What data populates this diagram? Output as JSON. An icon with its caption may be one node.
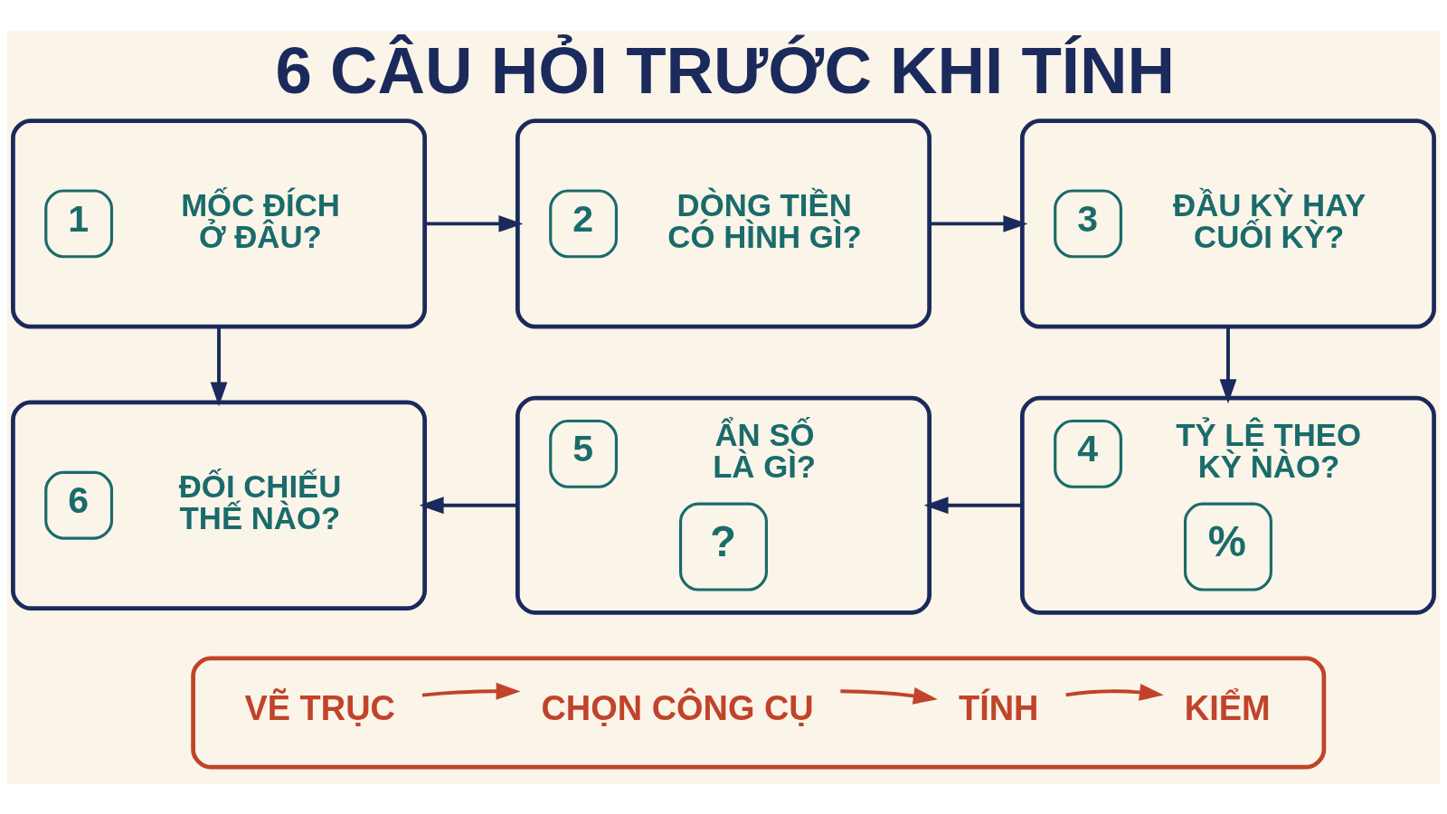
{
  "diagram": {
    "title": "6 CÂU HỎI TRƯỚC KHI TÍNH",
    "nodes": [
      {
        "text": [
          "1",
          "MỐC ĐÍCH Ở ĐÂU?"
        ]
      },
      {
        "text": [
          "2",
          "DÒNG TIỀN CÓ HÌNH GÌ?"
        ]
      },
      {
        "text": [
          "3",
          "ĐẦU KỲ HAY CUỐI KỲ?"
        ]
      },
      {
        "text": [
          "4",
          "TỶ LỆ THEO KỲ NÀO?",
          "%"
        ]
      },
      {
        "text": [
          "5",
          "ẨN SỐ LÀ GÌ?",
          "?"
        ]
      },
      {
        "text": [
          "6",
          "ĐỐI CHIẾU THẾ NÀO?"
        ]
      },
      {
        "text": [],
        "shape": "box"
      },
      {
        "text": [
          "VẼ TRỤC"
        ],
        "in": 6
      },
      {
        "text": [
          "CHỌN CÔNG CỤ"
        ],
        "in": 6
      },
      {
        "text": [
          "TÍNH"
        ],
        "in": 6
      },
      {
        "text": [
          "KIỂM"
        ],
        "in": 6
      }
    ],
    "edges": [
      {
        "from": 0,
        "to": 1,
        "arrow": "to"
      },
      {
        "from": 1,
        "to": 2,
        "arrow": "to"
      },
      {
        "from": 2,
        "to": 3,
        "arrow": "to"
      },
      {
        "from": 3,
        "to": 4,
        "arrow": "to"
      },
      {
        "from": 4,
        "to": 5,
        "arrow": "to"
      },
      {
        "from": 0,
        "to": 5,
        "arrow": "to"
      },
      {
        "from": 7,
        "to": 8,
        "arrow": "to",
        "color": "#c0432a"
      },
      {
        "from": 8,
        "to": 9,
        "arrow": "to",
        "color": "#c0432a"
      },
      {
        "from": 9,
        "to": 10,
        "arrow": "to",
        "color": "#c0432a"
      }
    ]
  }
}
